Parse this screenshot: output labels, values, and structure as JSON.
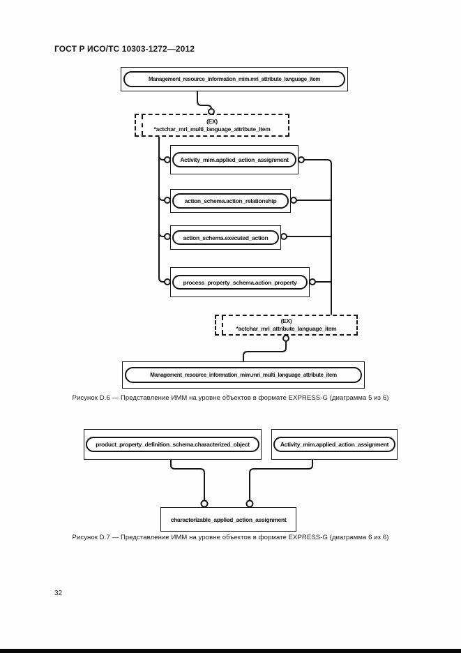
{
  "header": {
    "title": "ГОСТ Р ИСО/ТС 10303-1272—2012"
  },
  "page_number": "32",
  "diagram_d6": {
    "caption": "Рисунок D.6 — Представление ИММ на уровне объектов в формате EXPRESS-G (диаграмма 5 из 6)",
    "top_box": "Management_resource_information_mim.mri_attribute_language_item",
    "select1_tag": "(EX)",
    "select1_label": "*actchar_mri_multi_language_attribute_item",
    "entities": [
      "Activity_mim.applied_action_assignment",
      "action_schema.action_relationship",
      "action_schema.executed_action",
      "process_property_schema.action_property"
    ],
    "select2_tag": "(EX)",
    "select2_label": "*actchar_mri_attribute_language_item",
    "bottom_box": "Management_resource_information_mim.mri_multi_language_attribute_item"
  },
  "diagram_d7": {
    "caption": "Рисунок D.7 — Представление ИММ на уровне объектов в формате EXPRESS-G (диаграмма 6 из 6)",
    "left_box": "product_property_definition_schema.characterized_object",
    "right_box": "Activity_mim.applied_action_assignment",
    "bottom_box": "characterizable_applied_action_assignment"
  },
  "colors": {
    "ink": "#151515",
    "paper": "#fefefe"
  }
}
